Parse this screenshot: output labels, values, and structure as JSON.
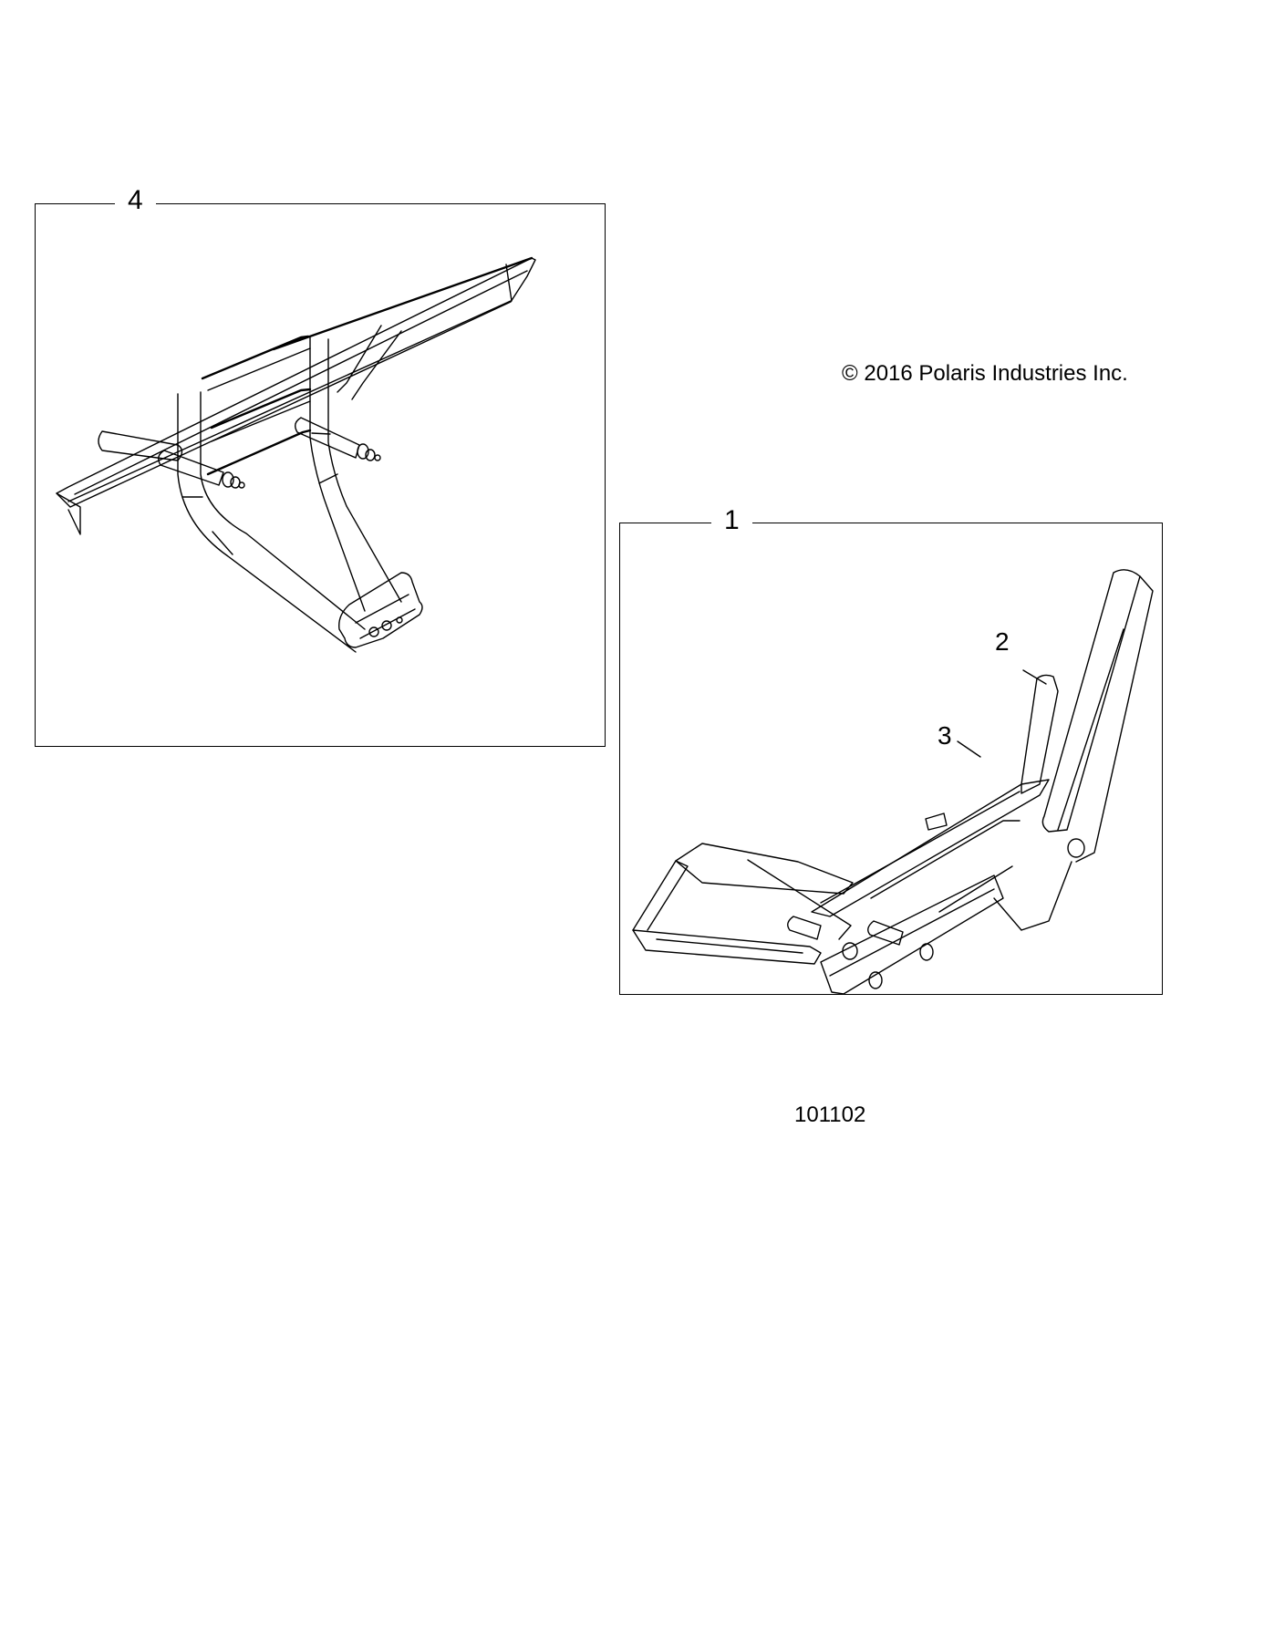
{
  "diagram": {
    "copyright": "© 2016 Polaris Industries Inc.",
    "part_number": "101102",
    "line_color": "#000000",
    "background": "#ffffff",
    "frames": [
      {
        "id": "4",
        "label": "4",
        "content": "front-bumper-tube-assembly"
      },
      {
        "id": "1",
        "label": "1",
        "content": "bumper-brush-guard-assembly"
      }
    ],
    "callouts": [
      {
        "label": "2",
        "target": "upright-pad"
      },
      {
        "label": "3",
        "target": "mounting-stud"
      }
    ]
  }
}
